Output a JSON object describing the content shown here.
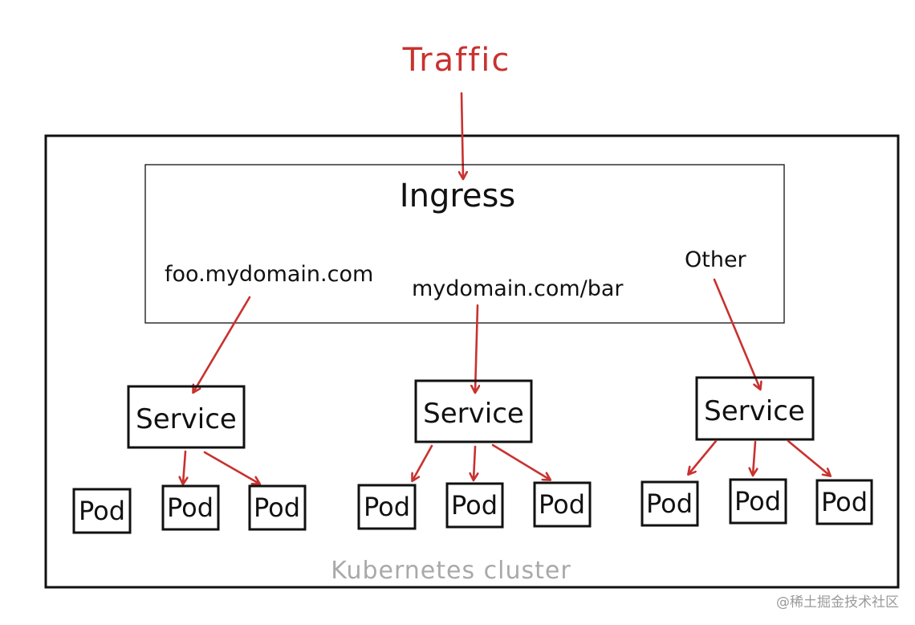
{
  "diagram": {
    "traffic_label": "Traffic",
    "ingress_label": "Ingress",
    "cluster_label": "Kubernetes cluster",
    "routes": [
      {
        "label": "foo.mydomain.com"
      },
      {
        "label": "mydomain.com/bar"
      },
      {
        "label": "Other"
      }
    ],
    "services": [
      {
        "label": "Service",
        "pods": [
          "Pod",
          "Pod",
          "Pod"
        ]
      },
      {
        "label": "Service",
        "pods": [
          "Pod",
          "Pod",
          "Pod"
        ]
      },
      {
        "label": "Service",
        "pods": [
          "Pod",
          "Pod",
          "Pod"
        ]
      }
    ],
    "colors": {
      "arrow": "#c8322f",
      "traffic_text": "#c8322f",
      "cluster_text": "#a9a9a9",
      "ink": "#111111"
    }
  },
  "watermark": "@稀土掘金技术社区"
}
